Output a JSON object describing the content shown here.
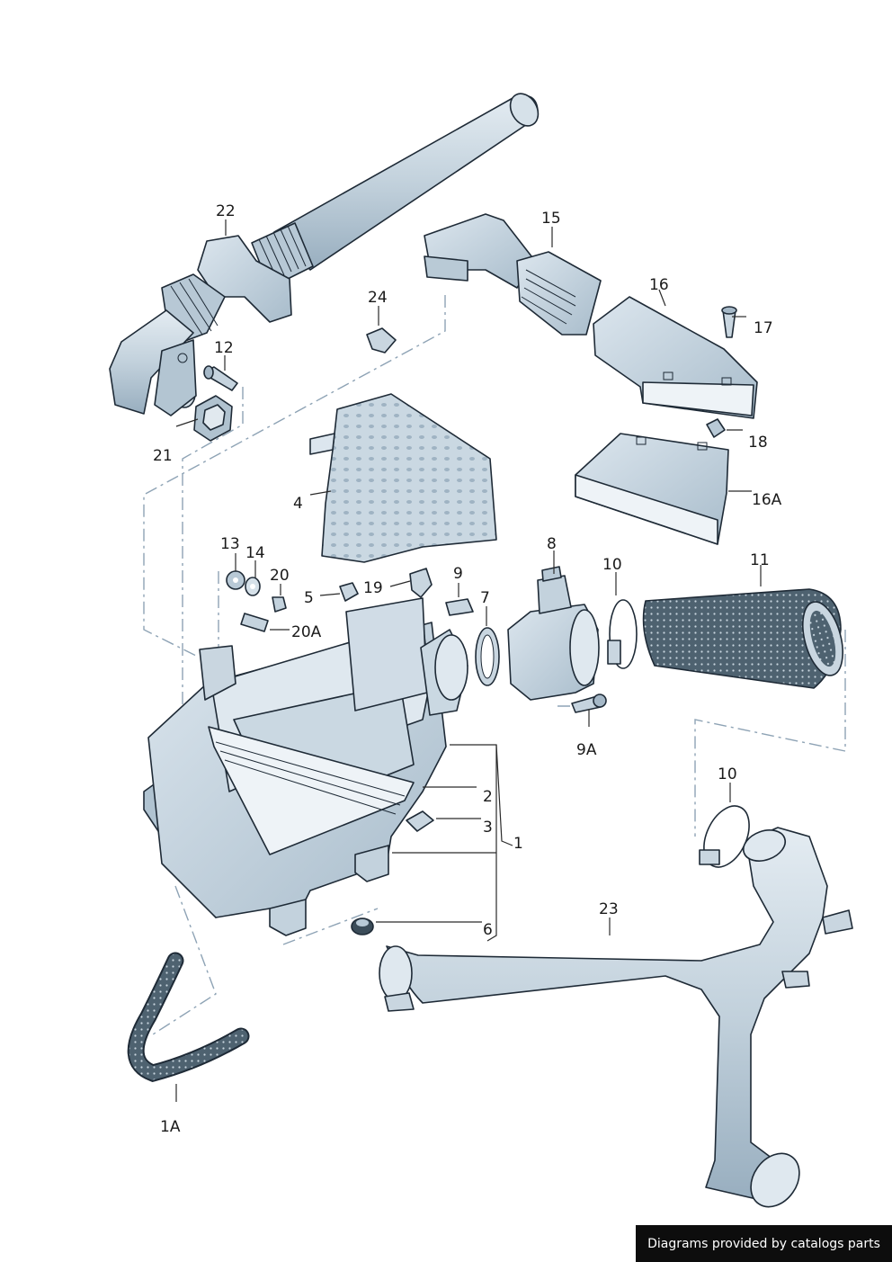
{
  "diagram": {
    "callouts": [
      "22",
      "15",
      "24",
      "16",
      "17",
      "12",
      "21",
      "18",
      "4",
      "16A",
      "13",
      "14",
      "20",
      "8",
      "10",
      "11",
      "9",
      "5",
      "19",
      "7",
      "20A",
      "9A",
      "2",
      "3",
      "1",
      "10",
      "6",
      "23",
      "1A"
    ]
  },
  "footer": {
    "credit": "Diagrams provided by catalogs parts"
  },
  "colors": {
    "part_fill": "#c9d6e0",
    "part_shade": "#a9bccb",
    "outline": "#1e2a36",
    "leader_dash": "#8ea3b5",
    "badge_bg": "#0d0d0d"
  }
}
